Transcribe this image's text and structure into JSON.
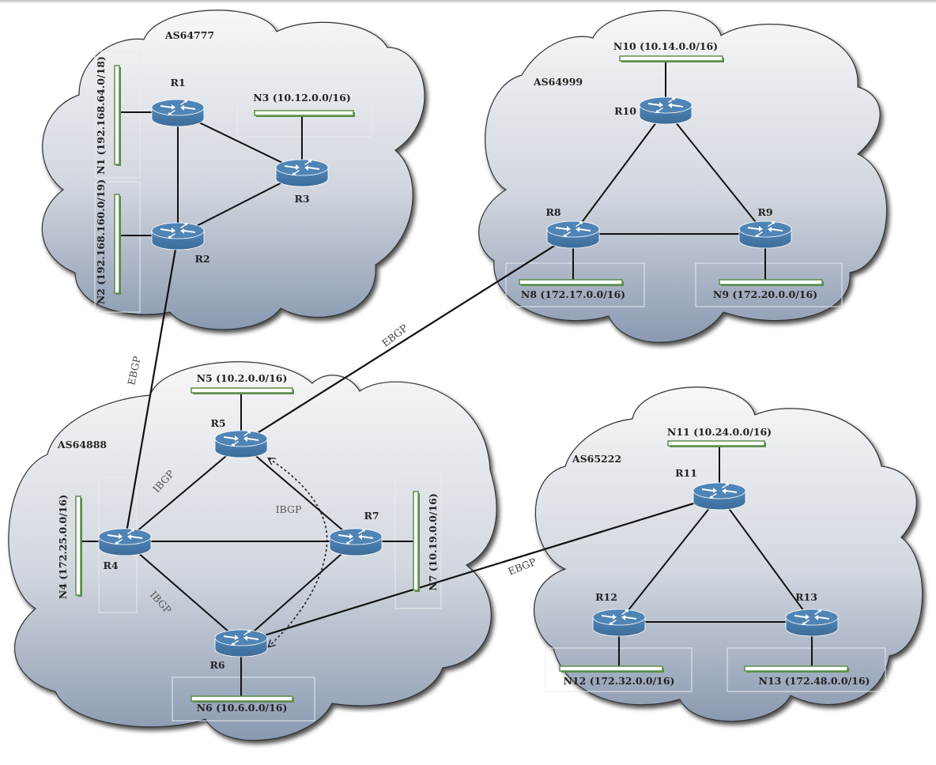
{
  "colors": {
    "cloud_top": "#f4f5f7",
    "cloud_bottom": "#8f9db4",
    "router_body": "#4a7aa8",
    "router_top": "#5b8fbf",
    "network_green": "#5b8d4a",
    "link": "#111111"
  },
  "autonomous_systems": [
    {
      "id": "as64777",
      "label": "AS64777"
    },
    {
      "id": "as64999",
      "label": "AS64999"
    },
    {
      "id": "as64888",
      "label": "AS64888"
    },
    {
      "id": "as65222",
      "label": "AS65222"
    }
  ],
  "routers": [
    {
      "id": "R1",
      "label": "R1",
      "as": "AS64777"
    },
    {
      "id": "R2",
      "label": "R2",
      "as": "AS64777"
    },
    {
      "id": "R3",
      "label": "R3",
      "as": "AS64777"
    },
    {
      "id": "R4",
      "label": "R4",
      "as": "AS64888"
    },
    {
      "id": "R5",
      "label": "R5",
      "as": "AS64888"
    },
    {
      "id": "R6",
      "label": "R6",
      "as": "AS64888"
    },
    {
      "id": "R7",
      "label": "R7",
      "as": "AS64888"
    },
    {
      "id": "R8",
      "label": "R8",
      "as": "AS64999"
    },
    {
      "id": "R9",
      "label": "R9",
      "as": "AS64999"
    },
    {
      "id": "R10",
      "label": "R10",
      "as": "AS64999"
    },
    {
      "id": "R11",
      "label": "R11",
      "as": "AS65222"
    },
    {
      "id": "R12",
      "label": "R12",
      "as": "AS65222"
    },
    {
      "id": "R13",
      "label": "R13",
      "as": "AS65222"
    }
  ],
  "networks": [
    {
      "id": "N1",
      "label": "N1 (192.168.64.0/18)",
      "router": "R1"
    },
    {
      "id": "N2",
      "label": "N2 (192.168.160.0/19)",
      "router": "R2"
    },
    {
      "id": "N3",
      "label": "N3 (10.12.0.0/16)",
      "router": "R3"
    },
    {
      "id": "N4",
      "label": "N4 (172.25.0.0/16)",
      "router": "R4"
    },
    {
      "id": "N5",
      "label": "N5 (10.2.0.0/16)",
      "router": "R5"
    },
    {
      "id": "N6",
      "label": "N6 (10.6.0.0/16)",
      "router": "R6"
    },
    {
      "id": "N7",
      "label": "N7 (10.19.0.0/16)",
      "router": "R7"
    },
    {
      "id": "N8",
      "label": "N8 (172.17.0.0/16)",
      "router": "R8"
    },
    {
      "id": "N9",
      "label": "N9 (172.20.0.0/16)",
      "router": "R9"
    },
    {
      "id": "N10",
      "label": "N10 (10.14.0.0/16)",
      "router": "R10"
    },
    {
      "id": "N11",
      "label": "N11 (10.24.0.0/16)",
      "router": "R11"
    },
    {
      "id": "N12",
      "label": "N12 (172.32.0.0/16)",
      "router": "R12"
    },
    {
      "id": "N13",
      "label": "N13 (172.48.0.0/16)",
      "router": "R13"
    }
  ],
  "links": [
    {
      "from": "R1",
      "to": "R2",
      "type": "internal"
    },
    {
      "from": "R1",
      "to": "R3",
      "type": "internal"
    },
    {
      "from": "R2",
      "to": "R3",
      "type": "internal"
    },
    {
      "from": "R10",
      "to": "R8",
      "type": "internal"
    },
    {
      "from": "R10",
      "to": "R9",
      "type": "internal"
    },
    {
      "from": "R8",
      "to": "R9",
      "type": "internal"
    },
    {
      "from": "R4",
      "to": "R5",
      "type": "IBGP",
      "label": "IBGP"
    },
    {
      "from": "R4",
      "to": "R6",
      "type": "IBGP",
      "label": "IBGP"
    },
    {
      "from": "R4",
      "to": "R7",
      "type": "internal"
    },
    {
      "from": "R5",
      "to": "R7",
      "type": "internal"
    },
    {
      "from": "R6",
      "to": "R7",
      "type": "internal"
    },
    {
      "from": "R11",
      "to": "R12",
      "type": "internal"
    },
    {
      "from": "R11",
      "to": "R13",
      "type": "internal"
    },
    {
      "from": "R12",
      "to": "R13",
      "type": "internal"
    },
    {
      "from": "R2",
      "to": "R4",
      "type": "EBGP",
      "label": "EBGP"
    },
    {
      "from": "R5",
      "to": "R8",
      "type": "EBGP",
      "label": "EBGP"
    },
    {
      "from": "R6",
      "to": "R11",
      "type": "EBGP",
      "label": "EBGP"
    }
  ],
  "ibgp_session": {
    "from": "R5",
    "to": "R6",
    "label": "IBGP",
    "style": "dotted-bidirectional"
  }
}
